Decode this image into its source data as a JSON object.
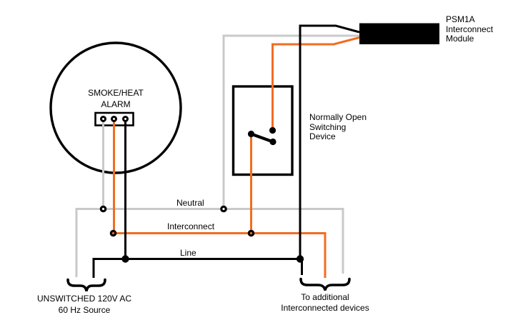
{
  "labels": {
    "alarm": {
      "line1": "SMOKE/HEAT",
      "line2": "ALARM"
    },
    "module": {
      "line1": "PSM1A",
      "line2": "Interconnect",
      "line3": "Module"
    },
    "switch": {
      "line1": "Normally Open",
      "line2": "Switching",
      "line3": "Device"
    },
    "wires": {
      "neutral": "Neutral",
      "interconnect": "Interconnect",
      "line": "Line"
    },
    "source": {
      "line1": "UNSWITCHED 120V AC",
      "line2": "60 Hz Source"
    },
    "additional": {
      "line1": "To additional",
      "line2": "Interconnected devices"
    }
  },
  "colors": {
    "neutral_wire": "#c9c9c9",
    "interconnect_wire": "#f26c22",
    "line_wire": "#000000",
    "background": "#ffffff"
  }
}
